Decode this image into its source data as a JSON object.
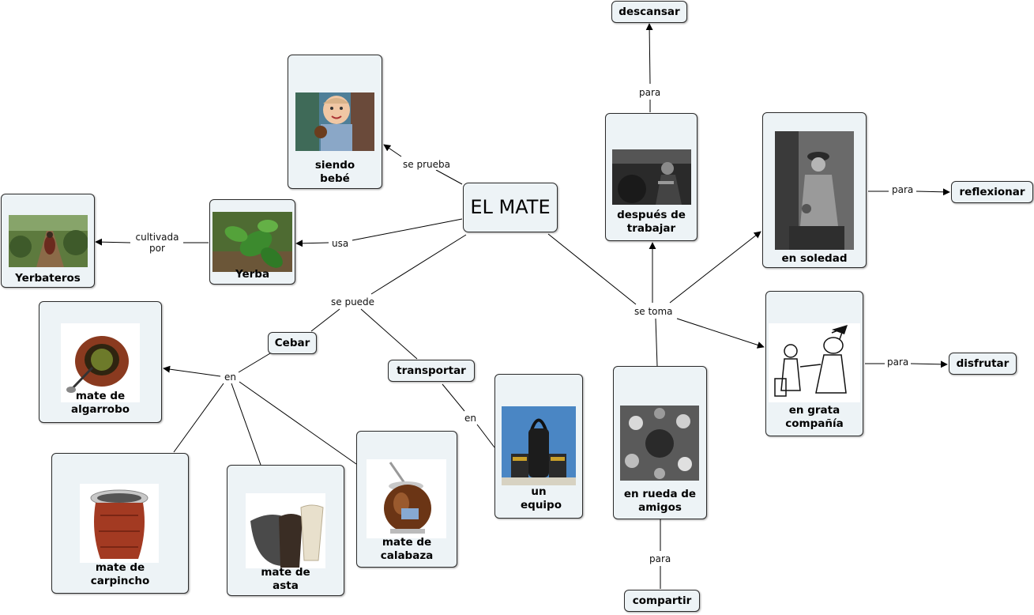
{
  "center": "EL MATE",
  "nodes": {
    "bebe": "siendo bebé",
    "yerba": "Yerba",
    "yerbateros": "Yerbateros",
    "algarrobo": "mate de algarrobo",
    "carpincho": "mate de carpincho",
    "asta": "mate de asta",
    "calabaza": "mate de calabaza",
    "equipo": "un equipo",
    "trabajar": "después de trabajar",
    "soledad": "en soledad",
    "compania": "en grata compañía",
    "rueda": "en rueda de amigos"
  },
  "concepts": {
    "cebar": "Cebar",
    "transportar": "transportar",
    "descansar": "descansar",
    "reflexionar": "reflexionar",
    "disfrutar": "disfrutar",
    "compartir": "compartir"
  },
  "link_labels": {
    "se_prueba": "se prueba",
    "usa": "usa",
    "cultivada": "cultivada por",
    "se_puede": "se puede",
    "en_cebar": "en",
    "en_transportar": "en",
    "se_toma": "se toma",
    "para_descansar": "para",
    "para_reflexionar": "para",
    "para_disfrutar": "para",
    "para_compartir": "para"
  }
}
